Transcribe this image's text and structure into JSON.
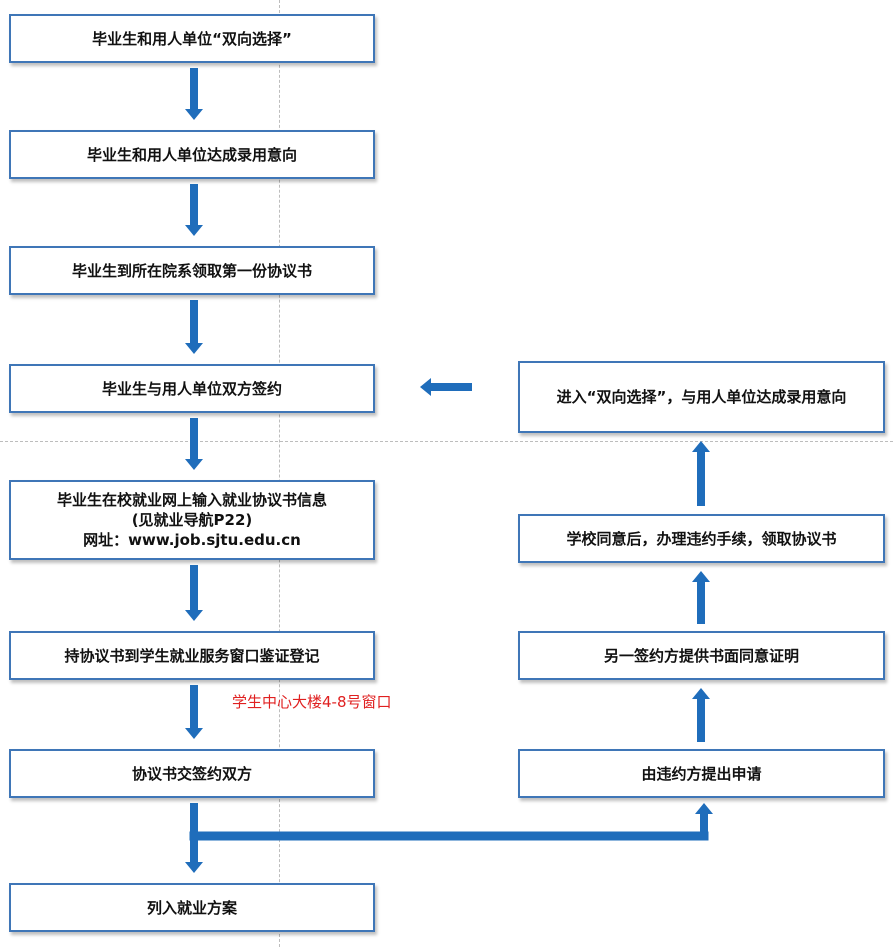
{
  "colors": {
    "box_border": "#3f76b7",
    "arrow": "#1f6dbb",
    "note_text": "#e02020"
  },
  "left_steps": [
    {
      "text": "毕业生和用人单位“双向选择”"
    },
    {
      "text": "毕业生和用人单位达成录用意向"
    },
    {
      "text": "毕业生到所在院系领取第一份协议书"
    },
    {
      "text": "毕业生与用人单位双方签约"
    },
    {
      "lines": [
        "毕业生在校就业网上输入就业协议书信息",
        "(见就业导航P22)",
        "网址：www.job.sjtu.edu.cn"
      ]
    },
    {
      "text": "持协议书到学生就业服务窗口鉴证登记"
    },
    {
      "text": "协议书交签约双方"
    },
    {
      "text": "列入就业方案"
    }
  ],
  "right_steps": [
    {
      "text": "进入“双向选择”，与用人单位达成录用意向"
    },
    {
      "text": "学校同意后，办理违约手续，领取协议书"
    },
    {
      "text": "另一签约方提供书面同意证明"
    },
    {
      "text": "由违约方提出申请"
    }
  ],
  "note": {
    "text": "学生中心大楼4-8号窗口"
  },
  "connectors": [
    {
      "name": "arrow-step1-to-step2",
      "direction": "down"
    },
    {
      "name": "arrow-step2-to-step3",
      "direction": "down"
    },
    {
      "name": "arrow-step3-to-step4",
      "direction": "down"
    },
    {
      "name": "arrow-step4-to-step5",
      "direction": "down"
    },
    {
      "name": "arrow-step5-to-step6",
      "direction": "down"
    },
    {
      "name": "arrow-step6-to-step7",
      "direction": "down"
    },
    {
      "name": "arrow-step7-to-step8",
      "direction": "down"
    },
    {
      "name": "arrow-branch-to-breach-request",
      "direction": "up"
    },
    {
      "name": "arrow-request-to-consent-proof",
      "direction": "up"
    },
    {
      "name": "arrow-proof-to-termination",
      "direction": "up"
    },
    {
      "name": "arrow-termination-to-reselect",
      "direction": "up"
    },
    {
      "name": "arrow-reselect-to-signing",
      "direction": "left"
    }
  ]
}
